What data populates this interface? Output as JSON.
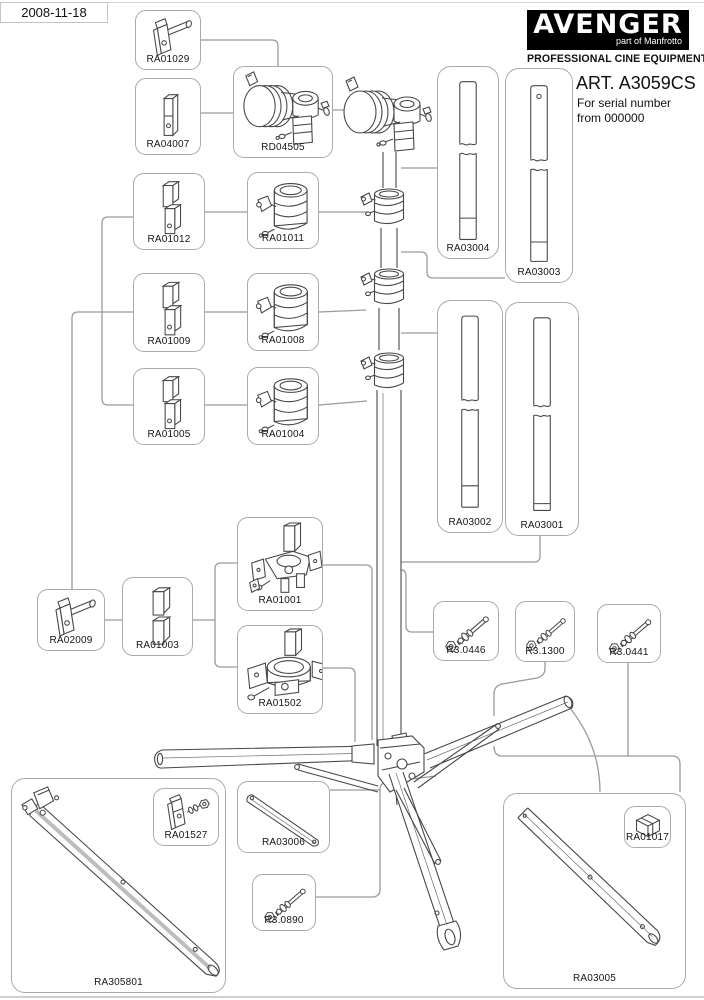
{
  "page": {
    "date": "2008-11-18"
  },
  "brand": {
    "name": "AVENGER",
    "sub": "part of Manfrotto",
    "tagline": "PROFESSIONAL CINE EQUIPMENT",
    "art_number": "ART. A3059CS",
    "serial_line1": "For serial number",
    "serial_line2": "from 000000"
  },
  "colors": {
    "logo_bg": "#000000",
    "logo_text": "#ffffff",
    "line_art": "#474747",
    "connector_line": "#9b9b9b",
    "box_border": "#aaaaaa"
  },
  "parts": [
    {
      "label": "RA01029"
    },
    {
      "label": "RA04007"
    },
    {
      "label": "RD04505"
    },
    {
      "label": "RA01012"
    },
    {
      "label": "RA01011"
    },
    {
      "label": "RA01009"
    },
    {
      "label": "RA01008"
    },
    {
      "label": "RA01005"
    },
    {
      "label": "RA01004"
    },
    {
      "label": "RA03004"
    },
    {
      "label": "RA03003"
    },
    {
      "label": "RA03002"
    },
    {
      "label": "RA03001"
    },
    {
      "label": "RA02009"
    },
    {
      "label": "RA01003"
    },
    {
      "label": "RA01001"
    },
    {
      "label": "RA01502"
    },
    {
      "label": "R3.0446"
    },
    {
      "label": "R3.1300"
    },
    {
      "label": "R3.0441"
    },
    {
      "label": "RA305801"
    },
    {
      "label": "RA01527"
    },
    {
      "label": "RA03006"
    },
    {
      "label": "R3.0890"
    },
    {
      "label": "RA03005"
    },
    {
      "label": "RA01017"
    }
  ]
}
